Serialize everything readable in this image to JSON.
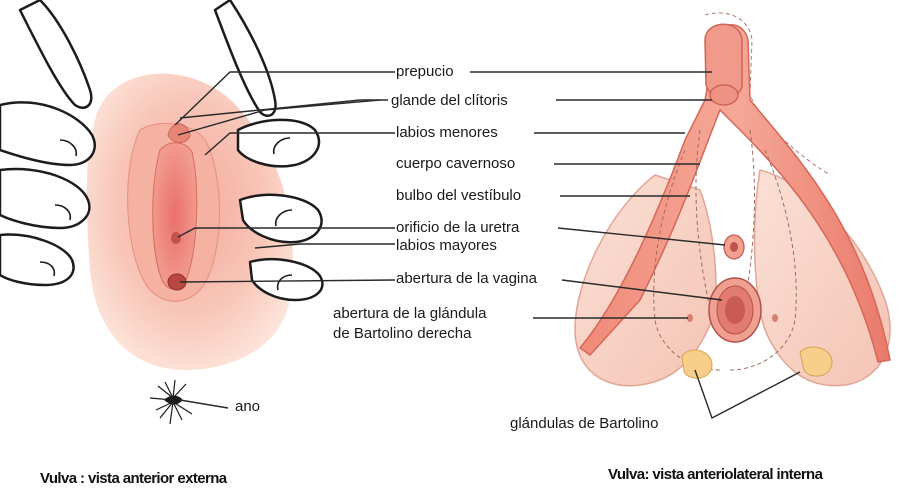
{
  "labels": {
    "prepucio": "prepucio",
    "glande": "glande del clítoris",
    "labios_menores": "labios menores",
    "cuerpo_cavernoso": "cuerpo cavernoso",
    "bulbo": "bulbo del vestíbulo",
    "uretra": "orificio de la uretra",
    "labios_mayores": "labios mayores",
    "vagina": "abertura de la vagina",
    "glandula_line1": "abertura de la glándula",
    "glandula_line2": "de Bartolino derecha",
    "ano": "ano",
    "bartolino": "glándulas de Bartolino"
  },
  "captions": {
    "left": "Vulva : vista anterior externa",
    "right": "Vulva: vista anteriolateral interna"
  }
}
